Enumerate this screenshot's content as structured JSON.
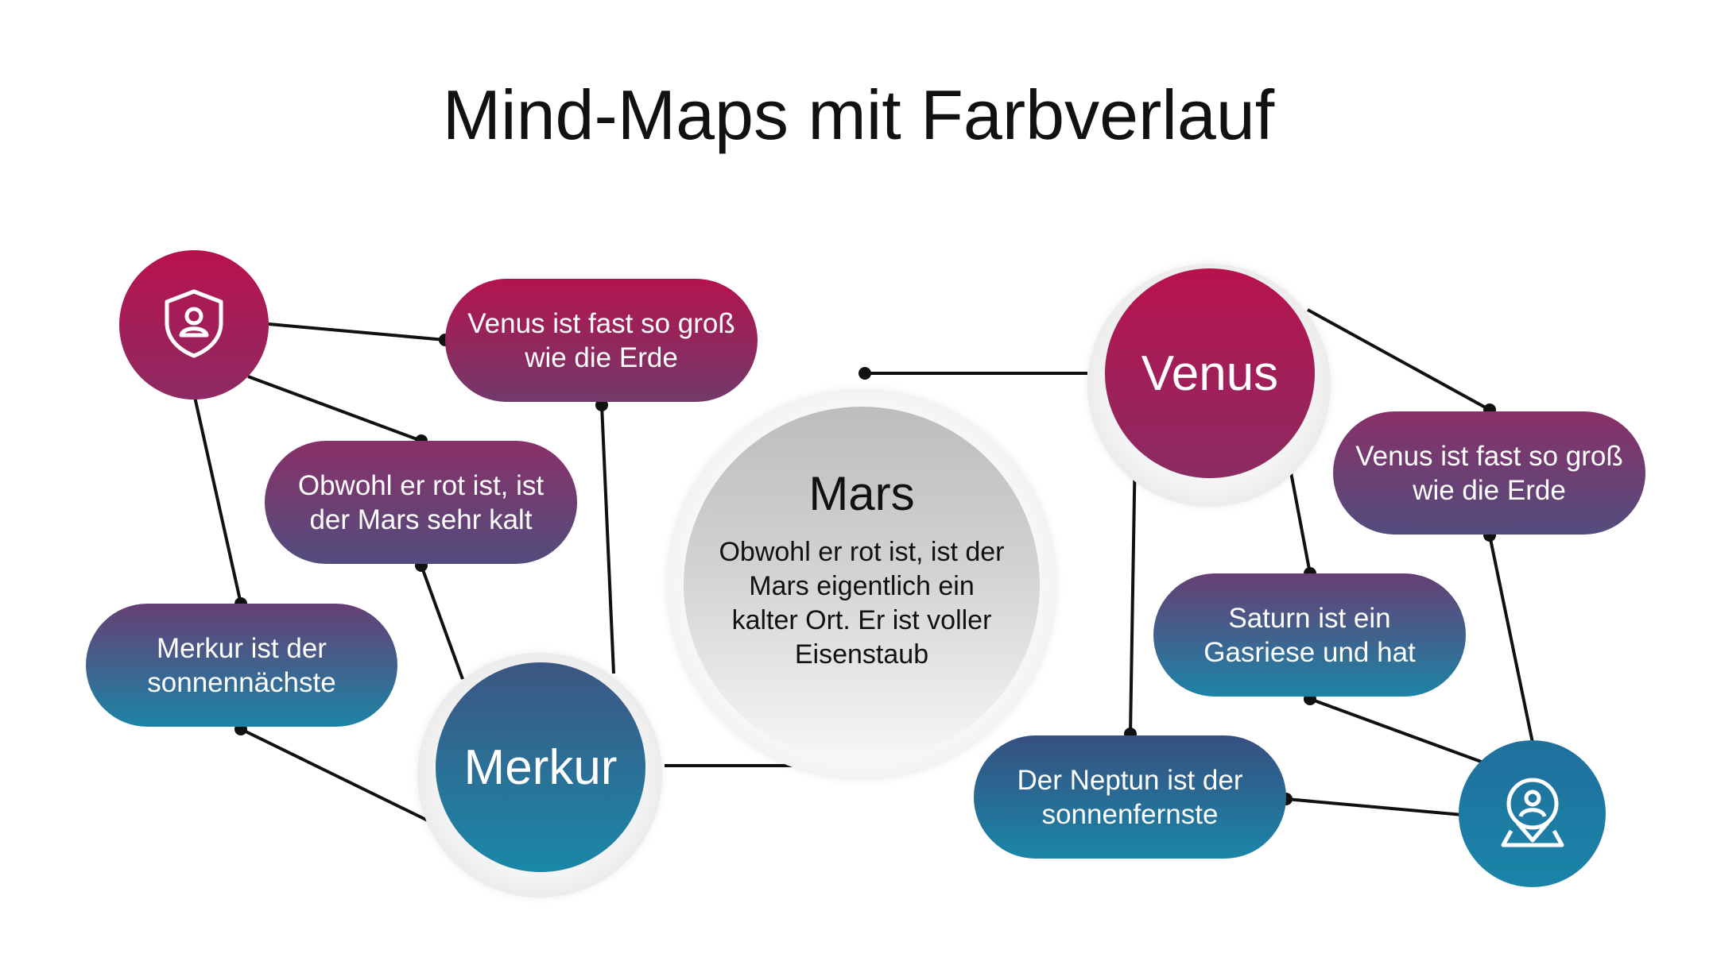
{
  "title": "Mind-Maps mit Farbverlauf",
  "center": {
    "title": "Mars",
    "text": "Obwohl er rot ist, ist der Mars eigentlich ein kalter Ort. Er ist voller Eisenstaub"
  },
  "hubs": {
    "merkur": "Merkur",
    "venus": "Venus"
  },
  "nodes": {
    "venus_top": "Venus ist fast so groß wie die Erde",
    "obwohl": "Obwohl er rot ist, ist der Mars sehr kalt",
    "merkur_note": "Merkur ist der sonnennächste",
    "venus_right": "Venus ist fast so groß wie die Erde",
    "saturn": "Saturn ist ein Gasriese und hat",
    "neptun": "Der Neptun ist der sonnenfernste"
  },
  "icons": {
    "top_left": "shield-user-icon",
    "bottom_right": "location-user-icon"
  },
  "colors": {
    "magenta": "#b5134f",
    "purple": "#6a3f78",
    "teal": "#1a86a8",
    "connector": "#111111"
  }
}
